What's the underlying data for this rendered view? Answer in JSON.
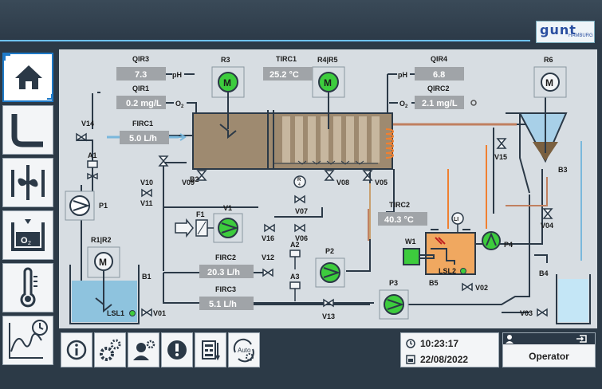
{
  "brand": {
    "logo_word": "gunt",
    "logo_sub": "HAMBURG"
  },
  "sidebar": [
    {
      "name": "home",
      "icon": "home-icon"
    },
    {
      "name": "piping",
      "icon": "piping-icon"
    },
    {
      "name": "agitator",
      "icon": "agitator-icon"
    },
    {
      "name": "oxygen",
      "icon": "oxygen-tank-icon"
    },
    {
      "name": "temperature",
      "icon": "thermometer-icon"
    },
    {
      "name": "trend",
      "icon": "trend-chart-icon"
    }
  ],
  "diagram": {
    "labels": {
      "qir3": "QIR3",
      "qir1": "QIR1",
      "r3": "R3",
      "tirc1": "TIRC1",
      "r4r5": "R4|R5",
      "qir4": "QIR4",
      "qirc2": "QIRC2",
      "r6": "R6",
      "v14": "V14",
      "firc1": "FIRC1",
      "a1": "A1",
      "p1": "P1",
      "v10": "V10",
      "v11": "V11",
      "b2": "B2",
      "v09": "V09",
      "v08": "V08",
      "v05": "V05",
      "v07": "V07",
      "v06": "V06",
      "v16": "V16",
      "f1": "F1",
      "v1": "V1",
      "r1r2": "R1|R2",
      "b1": "B1",
      "lsl1": "LSL1",
      "v01": "V01",
      "firc2": "FIRC2",
      "v12": "V12",
      "a2": "A2",
      "p2": "P2",
      "firc3": "FIRC3",
      "a3": "A3",
      "v13": "V13",
      "p3": "P3",
      "tirc2": "TIRC2",
      "w1": "W1",
      "lsl2": "LSL2",
      "b5": "B5",
      "v02": "V02",
      "p4": "P4",
      "b3": "B3",
      "v15": "V15",
      "v04": "V04",
      "b4": "B4",
      "v03": "V03",
      "ph": "pH",
      "o2": "O",
      "o2sub": "2",
      "motor": "M",
      "r4": "R",
      "r4n": "4",
      "li": "LI"
    },
    "values": {
      "qir3": "7.3",
      "qir1": "0.2 mg/L",
      "tirc1": "25.2 °C",
      "qir4": "6.8",
      "qirc2": "2.1 mg/L",
      "firc1": "5.0 L/h",
      "tirc2": "40.3 °C",
      "firc2": "20.3 L/h",
      "firc3": "5.1 L/h"
    }
  },
  "toolbar": {
    "items": [
      "info-icon",
      "settings-icon",
      "user-settings-icon",
      "alarm-icon",
      "report-icon",
      "auto-mode-icon"
    ],
    "auto_text": "Auto"
  },
  "clock": {
    "time": "10:23:17",
    "date": "22/08/2022"
  },
  "user": {
    "role": "Operator"
  },
  "colors": {
    "header": "#2b3947",
    "accent": "#6ec3ff",
    "value_box": "#a0a4a8",
    "water": "#a8d8f0",
    "sludge": "#9e8a70",
    "heater_tank": "#f0a860",
    "pump_green": "#3dcc3d"
  }
}
